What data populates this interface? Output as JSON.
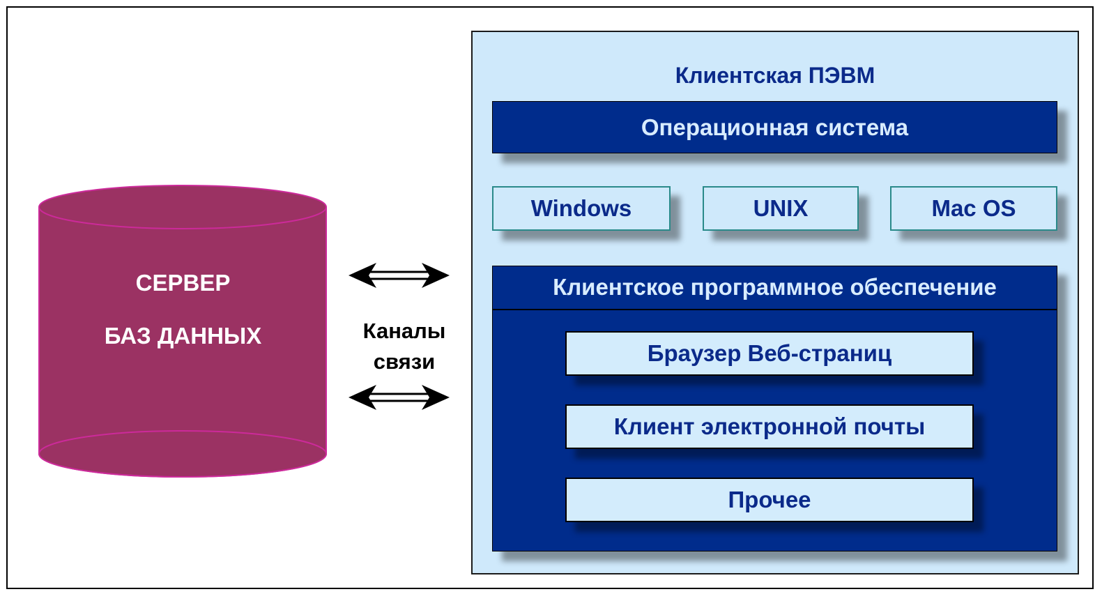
{
  "client": {
    "title": "Клиентская ПЭВМ",
    "os_title": "Операционная система",
    "os_options": [
      "Windows",
      "UNIX",
      "Mac OS"
    ],
    "software_title": "Клиентское программное обеспечение",
    "apps": [
      "Браузер Веб-страниц",
      "Клиент электронной почты",
      "Прочее"
    ]
  },
  "server": {
    "line1": "СЕРВЕР",
    "line2": "БАЗ ДАННЫХ"
  },
  "channels": {
    "line1": "Каналы",
    "line2": "связи"
  },
  "colors": {
    "server_fill": "#9b3263",
    "server_stroke": "#cc2a9a",
    "client_bg": "#cfe9fb",
    "dark_blue": "#002c8c",
    "text_blue": "#0b2a8a"
  }
}
